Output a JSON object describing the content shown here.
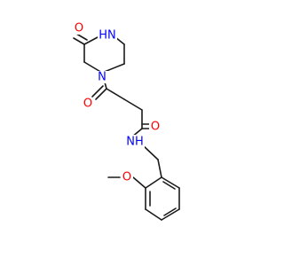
{
  "molecule": {
    "atoms": {
      "o_piperazinone": {
        "text": "O",
        "color": "#ff0000"
      },
      "nh_piperazinone": {
        "text": "HN",
        "color": "#0000ff"
      },
      "n_piperazine": {
        "text": "N",
        "color": "#0000ff"
      },
      "o_ketone": {
        "text": "O",
        "color": "#ff0000"
      },
      "o_amide": {
        "text": "O",
        "color": "#ff0000"
      },
      "nh_amide": {
        "text": "NH",
        "color": "#0000ff"
      },
      "o_methoxy": {
        "text": "O",
        "color": "#ff0000"
      }
    },
    "bond_color": "#1a1a1a"
  }
}
